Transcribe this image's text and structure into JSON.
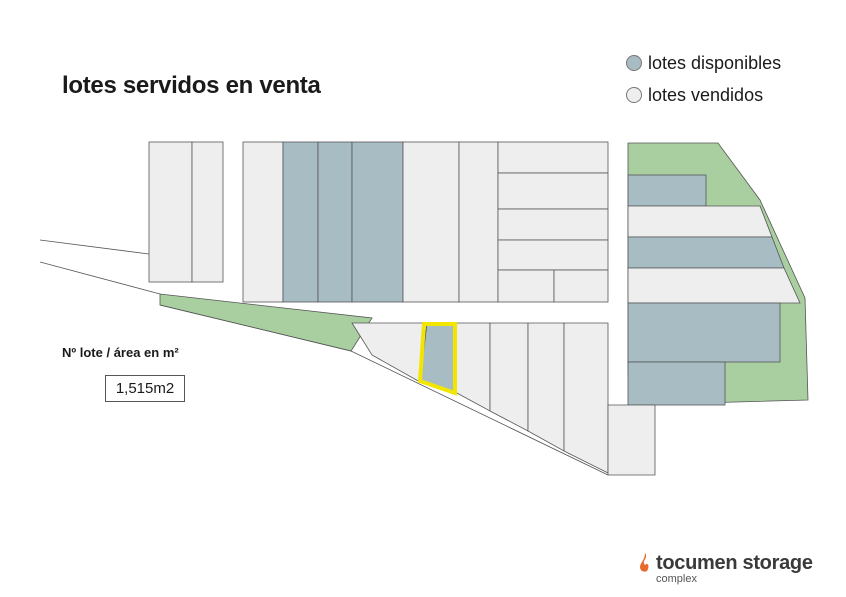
{
  "title": "lotes servidos en venta",
  "legend": {
    "available": {
      "label": "lotes disponibles",
      "color": "#a8bcc4"
    },
    "sold": {
      "label": "lotes vendidos",
      "color": "#eeeeee"
    }
  },
  "area_label": "Nº lote / área en m²",
  "area_value": "1,515m2",
  "brand": {
    "name": "tocumen storage",
    "subtitle": "complex",
    "accent": "#e8692a"
  },
  "colors": {
    "green_area": "#a9cfa1",
    "highlight": "#f2e600",
    "road": "#ffffff"
  }
}
